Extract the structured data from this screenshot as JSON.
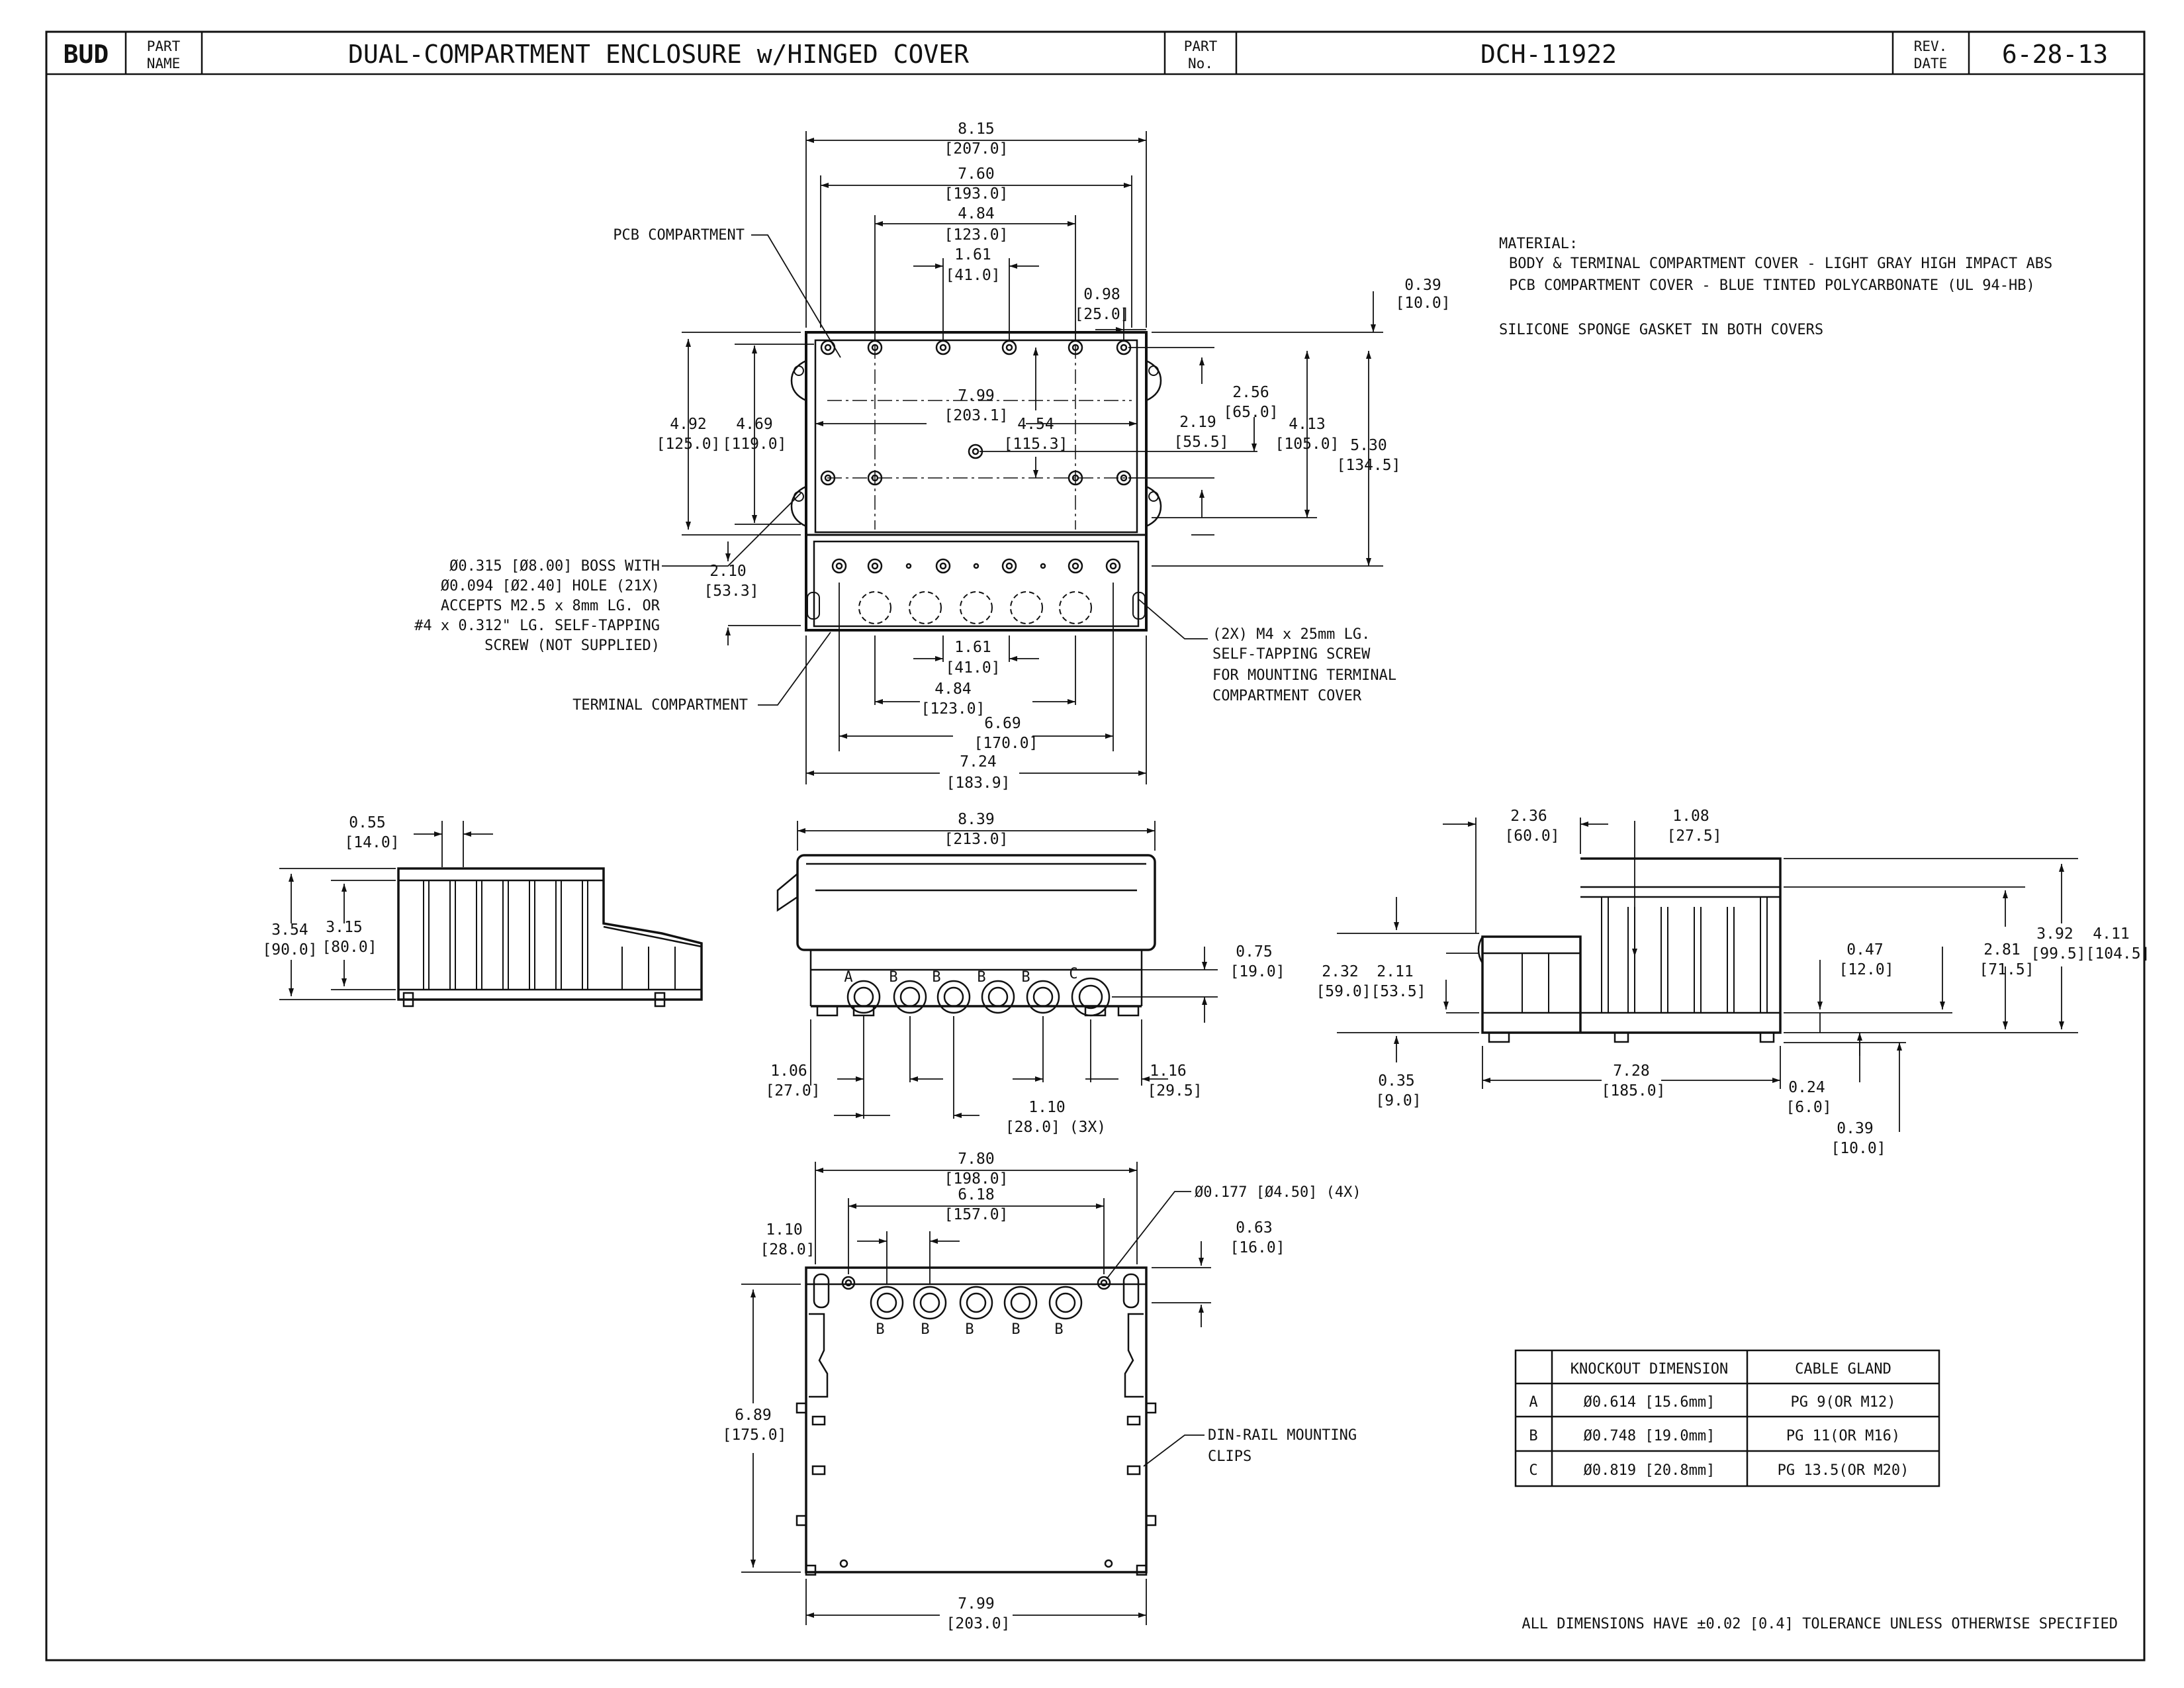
{
  "title_block": {
    "logo": "BUD",
    "part_name_label": [
      "PART",
      "NAME"
    ],
    "part_name": "DUAL-COMPARTMENT ENCLOSURE w/HINGED COVER",
    "part_no_label": [
      "PART",
      "No."
    ],
    "part_no": "DCH-11922",
    "rev_label": [
      "REV.",
      "DATE"
    ],
    "rev_date": "6-28-13"
  },
  "notes": {
    "material_heading": "MATERIAL:",
    "material_lines": [
      "BODY & TERMINAL COMPARTMENT COVER - LIGHT GRAY HIGH IMPACT ABS",
      "PCB COMPARTMENT COVER - BLUE TINTED POLYCARBONATE (UL 94-HB)"
    ],
    "gasket": "SILICONE SPONGE GASKET IN BOTH COVERS",
    "tolerance": "ALL DIMENSIONS HAVE ±0.02 [0.4] TOLERANCE UNLESS OTHERWISE SPECIFIED"
  },
  "callouts": {
    "pcb": "PCB COMPARTMENT",
    "terminal": "TERMINAL COMPARTMENT",
    "boss": [
      "Ø0.315 [Ø8.00] BOSS WITH",
      "Ø0.094 [Ø2.40] HOLE (21X)",
      "ACCEPTS M2.5 x 8mm  LG. OR",
      "#4 x 0.312\" LG. SELF-TAPPING",
      "SCREW (NOT SUPPLIED)"
    ],
    "screw": [
      "(2X) M4 x 25mm LG.",
      "SELF-TAPPING SCREW",
      "FOR MOUNTING TERMINAL",
      "COMPARTMENT COVER"
    ],
    "mount_hole": "Ø0.177 [Ø4.50] (4X)",
    "din": [
      "DIN-RAIL MOUNTING",
      "CLIPS"
    ]
  },
  "knockout_letters": {
    "front": [
      "A",
      "B",
      "B",
      "B",
      "B",
      "C"
    ],
    "bottom": [
      "B",
      "B",
      "B",
      "B",
      "B"
    ]
  },
  "dims": {
    "t1": [
      "8.15",
      "[207.0]"
    ],
    "t2": [
      "7.60",
      "[193.0]"
    ],
    "t3": [
      "4.84",
      "[123.0]"
    ],
    "t4": [
      "1.61",
      "[41.0]"
    ],
    "t5": [
      "0.98",
      "[25.0]"
    ],
    "t6": [
      "0.39",
      "[10.0]"
    ],
    "t7": [
      "7.99",
      "[203.1]"
    ],
    "t8": [
      "4.54",
      "[115.3]"
    ],
    "t9": [
      "2.56",
      "[65.0]"
    ],
    "t10": [
      "2.19",
      "[55.5]"
    ],
    "t11": [
      "4.13",
      "[105.0]"
    ],
    "t12": [
      "5.30",
      "[134.5]"
    ],
    "t13": [
      "4.92",
      "[125.0]"
    ],
    "t14": [
      "4.69",
      "[119.0]"
    ],
    "t15": [
      "2.10",
      "[53.3]"
    ],
    "t16": [
      "1.61",
      "[41.0]"
    ],
    "t17": [
      "4.84",
      "[123.0]"
    ],
    "t18": [
      "6.69",
      "[170.0]"
    ],
    "t19": [
      "7.24",
      "[183.9]"
    ],
    "s1": [
      "0.55",
      "[14.0]"
    ],
    "s2": [
      "3.54",
      "[90.0]"
    ],
    "s3": [
      "3.15",
      "[80.0]"
    ],
    "f1": [
      "8.39",
      "[213.0]"
    ],
    "f2": [
      "0.75",
      "[19.0]"
    ],
    "f3": [
      "1.06",
      "[27.0]"
    ],
    "f4": [
      "1.16",
      "[29.5]"
    ],
    "f5": [
      "1.10",
      "[28.0] (3X)"
    ],
    "r1": [
      "2.36",
      "[60.0]"
    ],
    "r2": [
      "1.08",
      "[27.5]"
    ],
    "r3": [
      "2.32",
      "[59.0]"
    ],
    "r4": [
      "2.11",
      "[53.5]"
    ],
    "r5": [
      "0.47",
      "[12.0]"
    ],
    "r6": [
      "2.81",
      "[71.5]"
    ],
    "r7": [
      "3.92",
      "[99.5]"
    ],
    "r8": [
      "4.11",
      "[104.5]"
    ],
    "r9": [
      "0.35",
      "[9.0]"
    ],
    "r10": [
      "7.28",
      "[185.0]"
    ],
    "r11": [
      "0.24",
      "[6.0]"
    ],
    "r12": [
      "0.39",
      "[10.0]"
    ],
    "b1": [
      "7.80",
      "[198.0]"
    ],
    "b2": [
      "6.18",
      "[157.0]"
    ],
    "b3": [
      "1.10",
      "[28.0]"
    ],
    "b4": [
      "0.63",
      "[16.0]"
    ],
    "b5": [
      "6.89",
      "[175.0]"
    ],
    "b6": [
      "7.99",
      "[203.0]"
    ]
  },
  "knockout_table": {
    "headers": [
      "",
      "KNOCKOUT DIMENSION",
      "CABLE GLAND"
    ],
    "rows": [
      [
        "A",
        "Ø0.614 [15.6mm]",
        "PG 9(OR M12)"
      ],
      [
        "B",
        "Ø0.748 [19.0mm]",
        "PG 11(OR M16)"
      ],
      [
        "C",
        "Ø0.819 [20.8mm]",
        "PG 13.5(OR M20)"
      ]
    ]
  }
}
